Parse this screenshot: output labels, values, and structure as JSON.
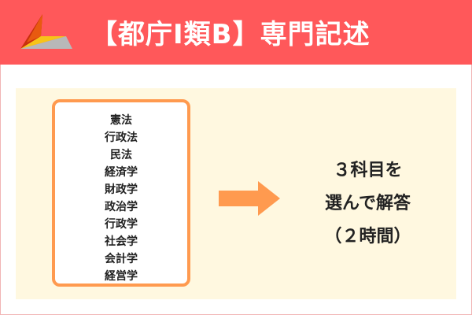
{
  "header": {
    "title": "【都庁Ⅰ類B】専門記述",
    "bg_color": "#ff585a"
  },
  "subjects": [
    "憲法",
    "行政法",
    "民法",
    "経済学",
    "財政学",
    "政治学",
    "行政学",
    "社会学",
    "会計学",
    "経営学"
  ],
  "result": {
    "lines": [
      "３科目を",
      "選んで解答",
      "（２時間）"
    ]
  },
  "colors": {
    "panel": "#fff8e0",
    "accent": "#ff9a4f"
  }
}
